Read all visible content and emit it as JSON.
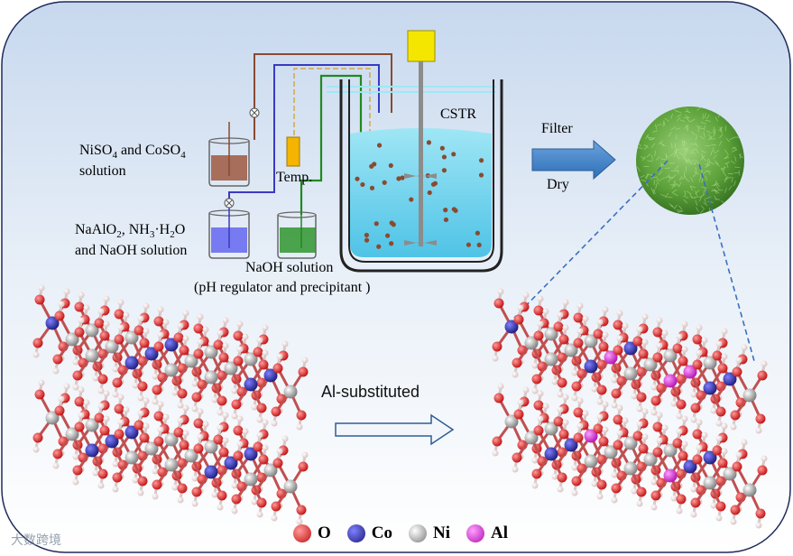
{
  "reactor": {
    "label": "CSTR",
    "temp_label": "Temp."
  },
  "solutions": {
    "ni_co": {
      "line1_a": "NiSO",
      "line1_sub_a": "4",
      "line1_b": " and CoSO",
      "line1_sub_b": "4",
      "line2": "solution",
      "color": "#a0614a"
    },
    "na_al": {
      "line1_a": "NaAlO",
      "line1_sub_a": "2",
      "line1_b": ", NH",
      "line1_sub_b": "3",
      "line1_c": "·H",
      "line1_sub_c": "2",
      "line1_d": "O",
      "line2": "and NaOH solution",
      "color": "#6a6ef0"
    },
    "naoh": {
      "line1": "NaOH solution",
      "line2": "(pH regulator and precipitant )",
      "color": "#3a9a3a"
    }
  },
  "process": {
    "filter_label": "Filter",
    "dry_label": "Dry"
  },
  "transform": {
    "label": "Al-substituted"
  },
  "legend": [
    {
      "symbol": "O",
      "color": "#e02020"
    },
    {
      "symbol": "Co",
      "color": "#2a2a9a"
    },
    {
      "symbol": "Ni",
      "color": "#a9a9a9"
    },
    {
      "symbol": "Al",
      "color": "#e040e0"
    }
  ],
  "watermark": "大数跨境"
}
